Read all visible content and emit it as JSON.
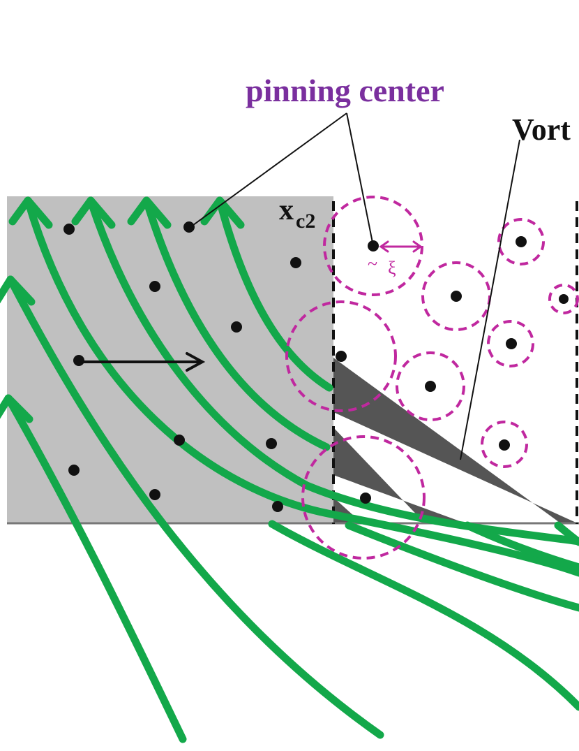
{
  "labels": {
    "pinning_center": "pinning center",
    "vortex": "Vort",
    "x_main": "x",
    "x_sub": "c2",
    "tilde": "~",
    "xi": "ξ"
  },
  "colors": {
    "field_line": "#13a84a",
    "pinning": "#c0289f",
    "pinning_label": "#7a2f9e",
    "region_fill": "#c0c0c0",
    "vortex_wedge": "#555555",
    "dot": "#111111",
    "boundary": "#111111"
  },
  "icons": {
    "field_lines": "green-curved-arrow-icon",
    "motion_arrow": "black-arrow-icon",
    "pinning_site": "dashed-circle-icon"
  }
}
